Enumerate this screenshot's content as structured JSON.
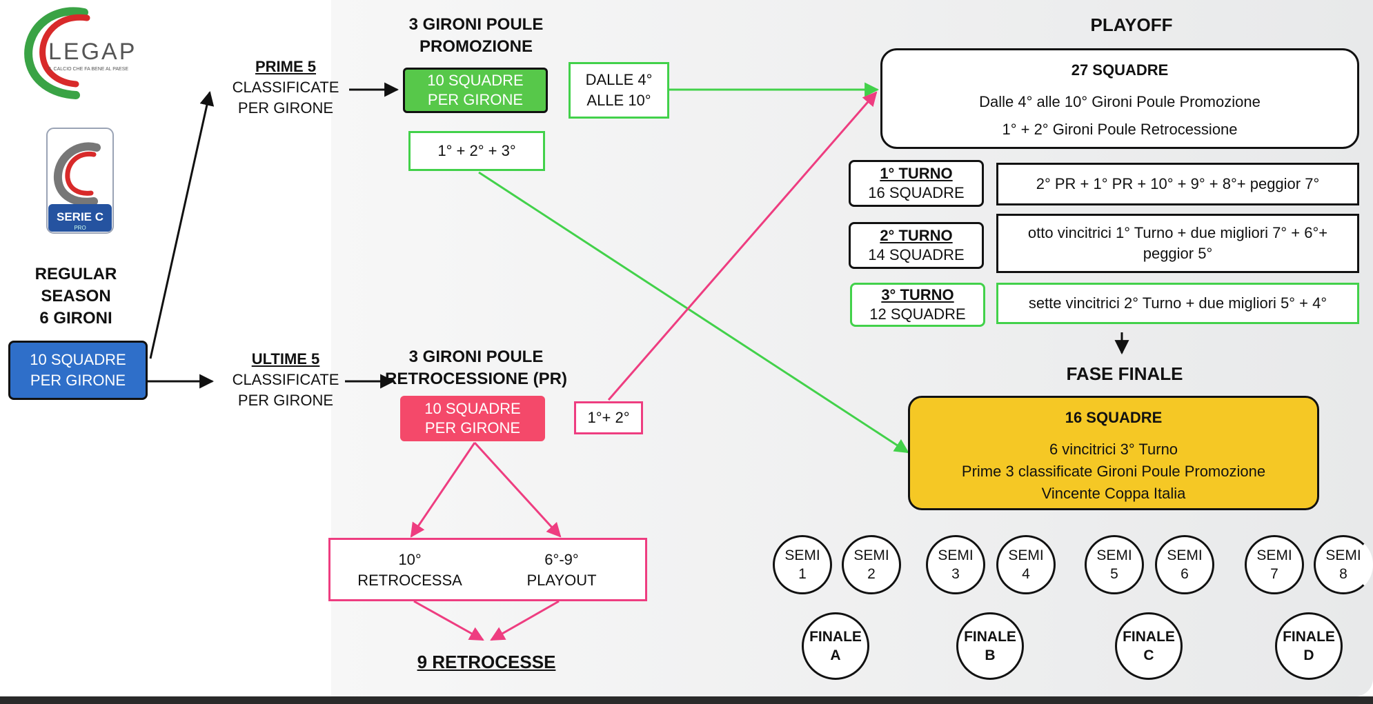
{
  "logos": {
    "legapro_text": "LEGAPRO",
    "legapro_tagline": "IL CALCIO CHE FA BENE AL PAESE",
    "seriec_text": "SERIE C",
    "seriec_sub": "PRO"
  },
  "regular_season": {
    "title": [
      "REGULAR",
      "SEASON",
      "6 GIRONI"
    ],
    "box": [
      "10 SQUADRE",
      "PER GIRONE"
    ]
  },
  "prime5": {
    "head": "PRIME 5",
    "lines": [
      "CLASSIFICATE",
      "PER GIRONE"
    ]
  },
  "ultime5": {
    "head": "ULTIME 5",
    "lines": [
      "CLASSIFICATE",
      "PER GIRONE"
    ]
  },
  "poule_promozione": {
    "title": [
      "3 GIRONI POULE",
      "PROMOZIONE"
    ],
    "box": [
      "10 SQUADRE",
      "PER GIRONE"
    ],
    "dalle": [
      "DALLE 4°",
      "ALLE 10°"
    ],
    "top3": "1° + 2° + 3°"
  },
  "poule_retrocessione": {
    "title": [
      "3 GIRONI POULE",
      "RETROCESSIONE (PR)"
    ],
    "box": [
      "10 SQUADRE",
      "PER GIRONE"
    ],
    "top2": "1°+ 2°",
    "outcome_left": [
      "10°",
      "RETROCESSA"
    ],
    "outcome_right": [
      "6°-9°",
      "PLAYOUT"
    ],
    "final": "9 RETROCESSE"
  },
  "playoff": {
    "title": "PLAYOFF",
    "summary_title": "27 SQUADRE",
    "summary_line1": "Dalle 4° alle 10° Gironi Poule Promozione",
    "summary_line2": "1° + 2° Gironi Poule Retrocessione",
    "rounds": [
      {
        "name": "1° TURNO",
        "teams": "16 SQUADRE",
        "desc": [
          "2° PR + 1° PR + 10° + 9° + 8°+ peggior 7°"
        ]
      },
      {
        "name": "2° TURNO",
        "teams": "14 SQUADRE",
        "desc": [
          "otto vincitrici 1° Turno + due migliori 7° + 6°+",
          "peggior 5°"
        ]
      },
      {
        "name": "3° TURNO",
        "teams": "12 SQUADRE",
        "desc": [
          "sette vincitrici 2° Turno + due migliori 5° + 4°"
        ]
      }
    ]
  },
  "fase_finale": {
    "title": "FASE FINALE",
    "box_title": "16 SQUADRE",
    "lines": [
      "6 vincitrici 3° Turno",
      "Prime 3 classificate Gironi Poule Promozione",
      "Vincente Coppa Italia"
    ],
    "semis": [
      [
        "SEMI",
        "1"
      ],
      [
        "SEMI",
        "2"
      ],
      [
        "SEMI",
        "3"
      ],
      [
        "SEMI",
        "4"
      ],
      [
        "SEMI",
        "5"
      ],
      [
        "SEMI",
        "6"
      ],
      [
        "SEMI",
        "7"
      ],
      [
        "SEMI",
        "8"
      ]
    ],
    "finals": [
      [
        "FINALE",
        "A"
      ],
      [
        "FINALE",
        "B"
      ],
      [
        "FINALE",
        "C"
      ],
      [
        "FINALE",
        "D"
      ]
    ]
  },
  "colors": {
    "blue": "#2f6fc9",
    "green": "#57c84a",
    "pink": "#f4496a",
    "yellow": "#f5c825",
    "green_arrow": "#42d14a",
    "pink_arrow": "#ee3d80",
    "logo_red": "#d82a2a",
    "logo_green": "#3aa345",
    "logo_blue": "#2553a0"
  }
}
